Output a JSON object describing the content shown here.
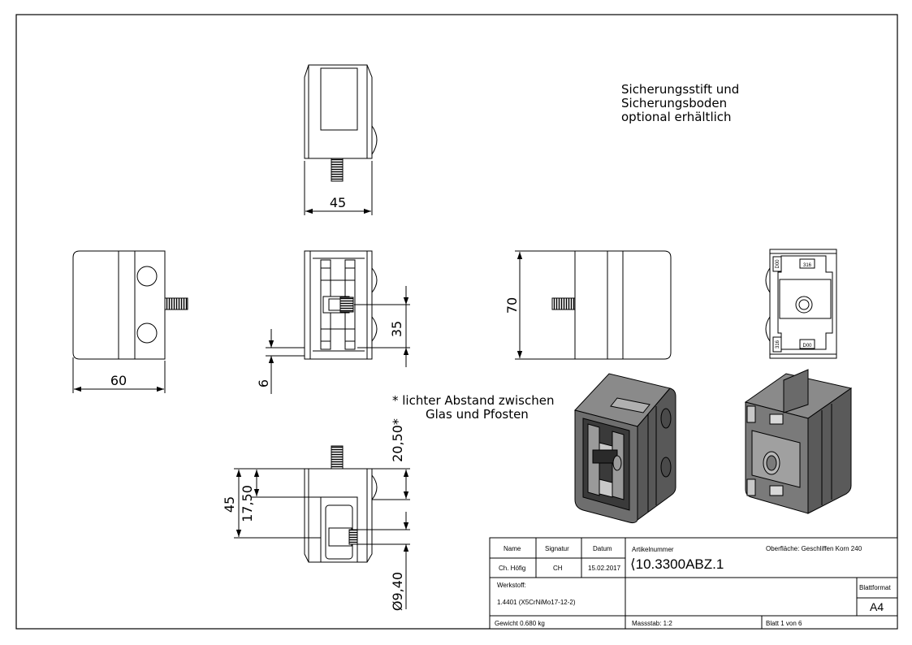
{
  "notes": {
    "security_line1": "Sicherungsstift und",
    "security_line2": "Sicherungsboden",
    "security_line3": "optional erhältlich",
    "gap_line1": "* lichter Abstand zwischen",
    "gap_line2": "Glas und Pfosten"
  },
  "dimensions": {
    "top_width": "45",
    "side_width": "60",
    "front_height": "35",
    "front_offset": "6",
    "rear_height": "70",
    "bottom_gap": "20,50*",
    "bottom_height": "45",
    "bottom_inner": "17,50",
    "bottom_diameter": "Ø9,40"
  },
  "engraving": {
    "grade": "316",
    "mark": "D00"
  },
  "title_block": {
    "name_header": "Name",
    "signature_header": "Signatur",
    "date_header": "Datum",
    "name_value": "Ch. Höfig",
    "signature_value": "CH",
    "date_value": "15.02.2017",
    "article_label": "Artikelnummer",
    "article_value": "⟨10.3300ABZ.1",
    "surface_label": "Oberfläche:  Geschliffen Korn 240",
    "material_label": "Werkstoff:",
    "material_value": "1.4401 (X5CrNiMo17-12-2)",
    "sheet_format_label": "Blattformat",
    "sheet_format_value": "A4",
    "weight": "Gewicht 0.680 kg",
    "scale": "Massstab: 1:2",
    "sheet": "Blatt 1 von 6"
  }
}
